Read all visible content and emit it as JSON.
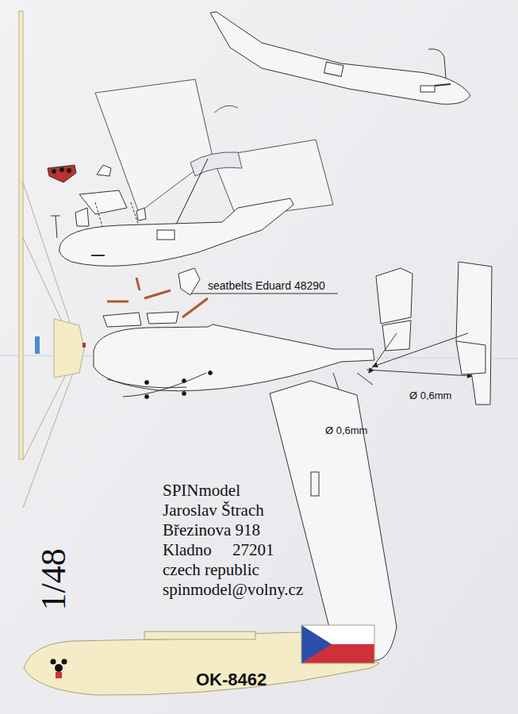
{
  "diagram": {
    "labels": [
      "seatbelts Eduard 48290",
      "Ø 0,6mm",
      "Ø 0,6mm",
      "SPINmodel",
      "Jaroslav Štrach",
      "Březinova 918",
      "Kladno     27201",
      "czech republic",
      "spinmodel@volny.cz",
      "1/48",
      "OK-8462"
    ]
  }
}
